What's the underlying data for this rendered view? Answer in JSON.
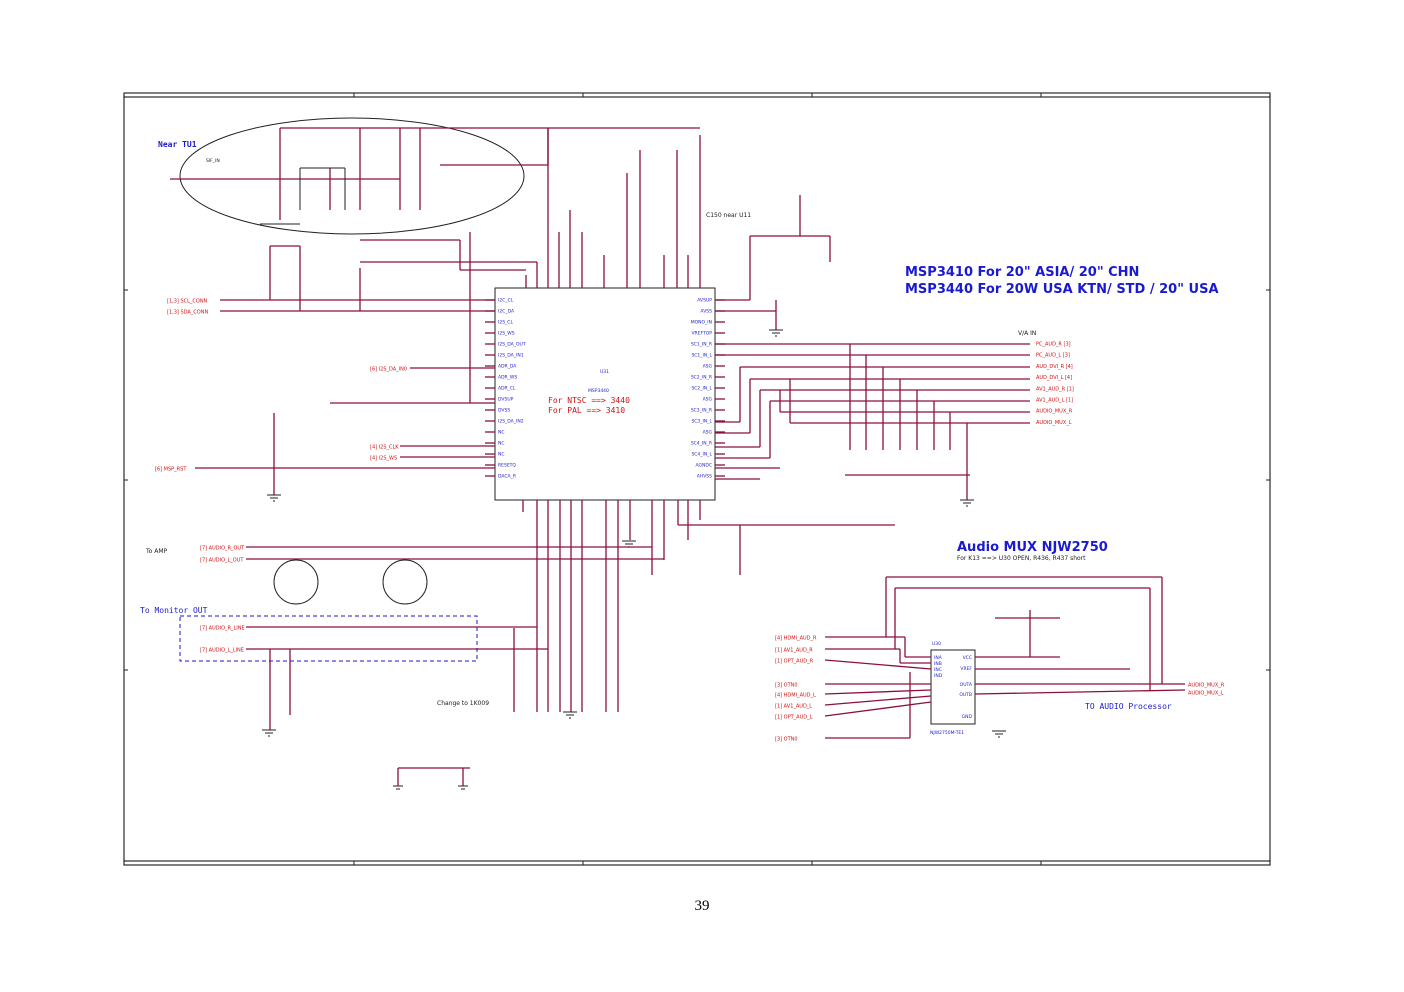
{
  "page_number": "39",
  "titles": {
    "msp_line1": "MSP3410 For 20\" ASIA/ 20\" CHN",
    "msp_line2": "MSP3440 For 20W USA KTN/ STD / 20\" USA",
    "mux_title": "Audio MUX NJW2750",
    "mux_note": "For K13 ==> U30 OPEN, R436, R437 short"
  },
  "labels": {
    "near_tu": "Near TU1",
    "to_amp": "To AMP",
    "to_monitor_out": "To Monitor OUT",
    "to_audio_processor": "TO AUDIO Processor",
    "change_note": "Change to 1K009",
    "c150_note": "C150 near U11",
    "ntsc_line": "For NTSC   ==> 3440",
    "pal_line": "For PAL    ==> 3410",
    "sif_in": "SIF_IN",
    "va_in": "V/A IN",
    "chip_ref": "U31",
    "chip_part": "MSP3440",
    "mux_part": "NJW2750M-TE1",
    "mux_ref": "U30"
  },
  "nets_left": [
    "[1,3] SCL_CONN",
    "[1,3] SDA_CONN",
    "[6] I2S_DA_IN0",
    "[4] I2S_CLK",
    "[4] I2S_WS",
    "[6] MSP_RST",
    "[7] AUDIO_R_OUT",
    "[7] AUDIO_L_OUT",
    "[7] AUDIO_R_LINE",
    "[7] AUDIO_L_LINE"
  ],
  "nets_right": [
    "PC_AUD_R [3]",
    "PC_AUD_L [3]",
    "AUD_DVI_R [4]",
    "AUD_DVI_L [4]",
    "AV1_AUD_R [1]",
    "AV1_AUD_L [1]",
    "AUDIO_MUX_R",
    "AUDIO_MUX_L"
  ],
  "nets_mux_in": [
    "[4] HDMI_AUD_R",
    "[1] AV1_AUD_R",
    "[1] OPT_AUD_R",
    "[3] OTN0",
    "[4] HDMI_AUD_L",
    "[1] AV1_AUD_L",
    "[1] OPT_AUD_L",
    "[3] OTN0"
  ],
  "nets_mux_out": [
    "AUDIO_MUX_R",
    "AUDIO_MUX_L"
  ],
  "msp_pins_left": [
    "I2C_CL",
    "I2C_DA",
    "I2S_CL",
    "I2S_WS",
    "I2S_DA_OUT",
    "I2S_DA_IN1",
    "ADR_DA",
    "ADR_WS",
    "ADR_CL",
    "DVSUP",
    "DVSS",
    "I2S_DA_IN2",
    "NC",
    "NC",
    "NC",
    "RESETQ",
    "DACA_R"
  ],
  "msp_pins_right": [
    "AVSUP",
    "AVSS",
    "MONO_IN",
    "VREFTOP",
    "SC1_IN_R",
    "SC1_IN_L",
    "ASG",
    "SC2_IN_R",
    "SC2_IN_L",
    "ASG",
    "SC3_IN_R",
    "SC3_IN_L",
    "ASG",
    "SC4_IN_R",
    "SC4_IN_L",
    "AGNDC",
    "AHVSS"
  ],
  "mux_pins": [
    "INA",
    "INB",
    "INC",
    "IND",
    "OUTA",
    "OUTB",
    "VCC",
    "VREF",
    "GND"
  ]
}
